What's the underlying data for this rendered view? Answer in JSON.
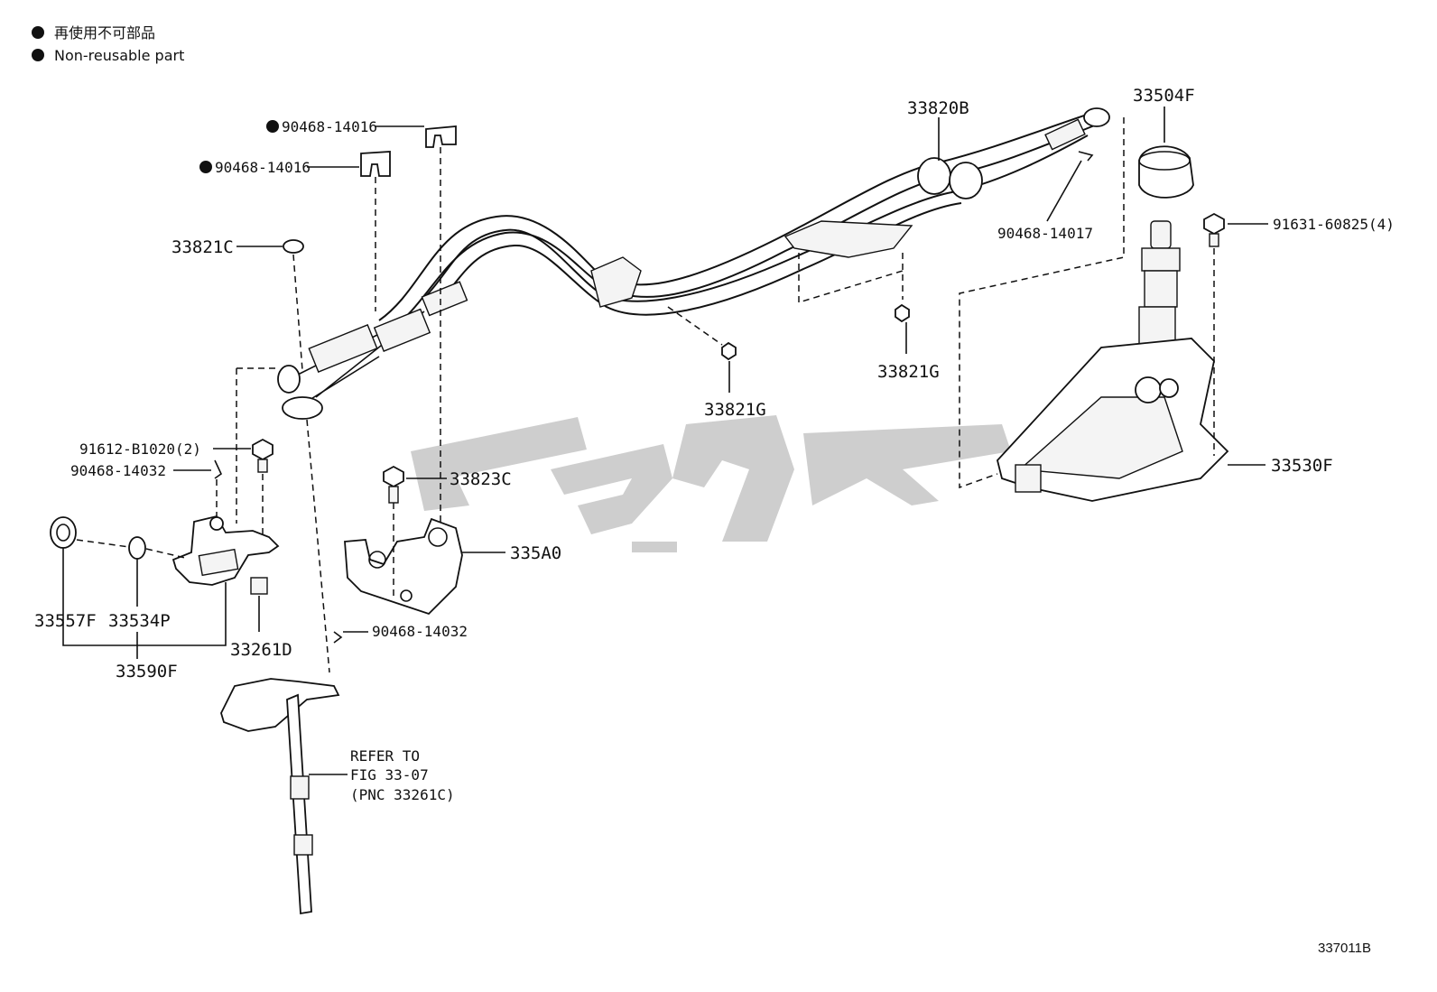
{
  "legend": {
    "items": [
      {
        "text": "再使用不可部品"
      },
      {
        "text": "Non-reusable part"
      }
    ]
  },
  "callouts": {
    "c_90468_14016_a": "90468-14016",
    "c_90468_14016_b": "90468-14016",
    "c_33821C": "33821C",
    "c_33820B": "33820B",
    "c_33504F": "33504F",
    "c_90468_14017": "90468-14017",
    "c_91631_60825": "91631-60825(4)",
    "c_33821G_right": "33821G",
    "c_33821G_mid": "33821G",
    "c_91612_B1020": "91612-B1020(2)",
    "c_90468_14032_a": "90468-14032",
    "c_33823C": "33823C",
    "c_335A0": "335A0",
    "c_33530F": "33530F",
    "c_33557F": "33557F",
    "c_33534P": "33534P",
    "c_33261D": "33261D",
    "c_33590F": "33590F",
    "c_90468_14032_b": "90468-14032"
  },
  "reference_note": {
    "line1": "REFER TO",
    "line2": "FIG 33-07",
    "line3": "(PNC 33261C)"
  },
  "figure_code": "337011B"
}
